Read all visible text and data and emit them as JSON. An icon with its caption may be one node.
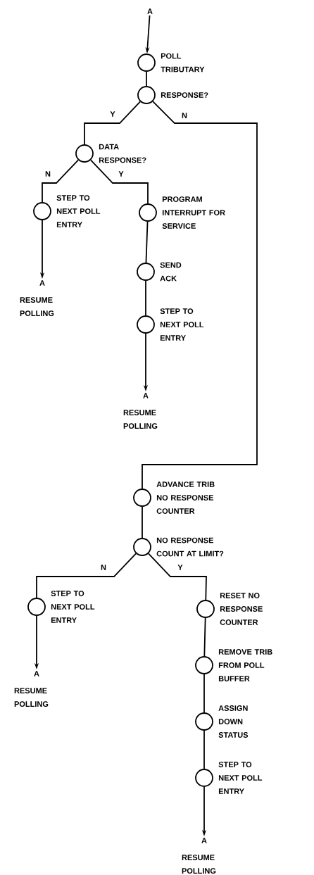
{
  "diagram": {
    "nodes": [
      {
        "text": [
          "A"
        ]
      },
      {
        "text": [
          "POLL TRIBUTARY"
        ]
      },
      {
        "text": [
          "RESPONSE?"
        ]
      },
      {
        "text": [
          "DATA RESPONSE?"
        ]
      },
      {
        "text": [
          "STEP TO NEXT POLL ENTRY"
        ]
      },
      {
        "text": [
          "A"
        ],
        "beside": [
          "RESUME POLLING"
        ]
      },
      {
        "text": [
          "PROGRAM INTERRUPT FOR SERVICE"
        ]
      },
      {
        "text": [
          "SEND ACK"
        ]
      },
      {
        "text": [
          "STEP TO NEXT POLL ENTRY"
        ]
      },
      {
        "text": [
          "A"
        ],
        "beside": [
          "RESUME POLLING"
        ]
      },
      {
        "text": [
          "ADVANCE TRIB NO RESPONSE COUNTER"
        ]
      },
      {
        "text": [
          "NO RESPONSE COUNT AT LIMIT?"
        ]
      },
      {
        "text": [
          "STEP TO NEXT POLL ENTRY"
        ]
      },
      {
        "text": [
          "A"
        ],
        "beside": [
          "RESUME POLLING"
        ]
      },
      {
        "text": [
          "RESET NO RESPONSE COUNTER"
        ]
      },
      {
        "text": [
          "REMOVE TRIB FROM POLL BUFFER"
        ]
      },
      {
        "text": [
          "ASSIGN DOWN STATUS"
        ]
      },
      {
        "text": [
          "STEP TO NEXT POLL ENTRY"
        ]
      },
      {
        "text": [
          "A"
        ],
        "beside": [
          "RESUME POLLING"
        ]
      }
    ],
    "edges": [
      {
        "from": 0,
        "to": 1,
        "arrow": "to"
      },
      {
        "from": 1,
        "to": 2,
        "arrow": "none"
      },
      {
        "from": 2,
        "to": 3,
        "label": "Y",
        "arrow": "none"
      },
      {
        "from": 2,
        "to": 10,
        "label": "N",
        "arrow": "none"
      },
      {
        "from": 3,
        "to": 4,
        "label": "N",
        "arrow": "none"
      },
      {
        "from": 3,
        "to": 6,
        "label": "Y",
        "arrow": "none"
      },
      {
        "from": 4,
        "to": 5,
        "arrow": "to"
      },
      {
        "from": 6,
        "to": 7,
        "arrow": "none"
      },
      {
        "from": 7,
        "to": 8,
        "arrow": "none"
      },
      {
        "from": 8,
        "to": 9,
        "arrow": "to"
      },
      {
        "from": 10,
        "to": 11,
        "arrow": "none"
      },
      {
        "from": 11,
        "to": 12,
        "label": "N",
        "arrow": "none"
      },
      {
        "from": 11,
        "to": 14,
        "label": "Y",
        "arrow": "none"
      },
      {
        "from": 12,
        "to": 13,
        "arrow": "to"
      },
      {
        "from": 14,
        "to": 15,
        "arrow": "none"
      },
      {
        "from": 15,
        "to": 16,
        "arrow": "none"
      },
      {
        "from": 16,
        "to": 17,
        "arrow": "none"
      },
      {
        "from": 17,
        "to": 18,
        "arrow": "to"
      }
    ]
  }
}
